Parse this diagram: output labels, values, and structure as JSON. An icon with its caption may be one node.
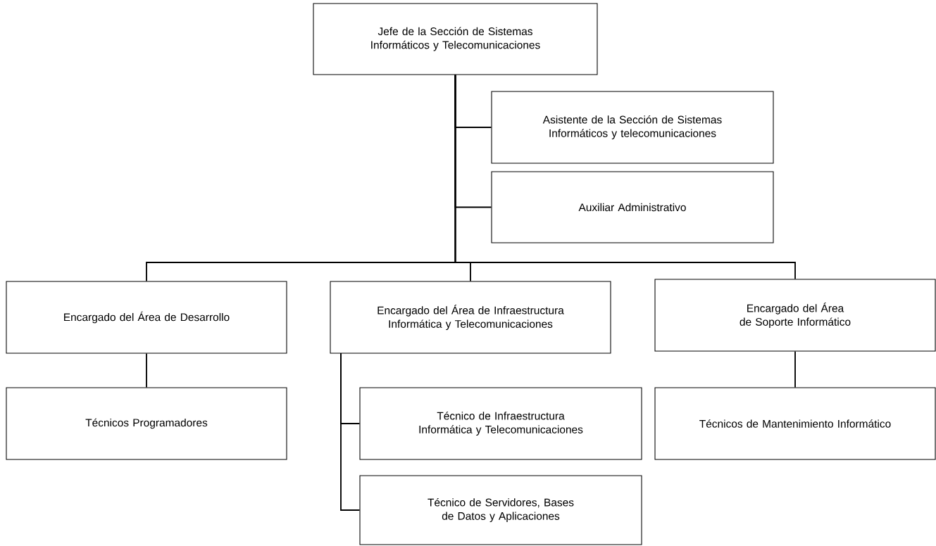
{
  "diagram": {
    "nodes": [
      {
        "text": [
          "Jefe de la Sección de Sistemas Informáticos y Telecomunicaciones"
        ]
      },
      {
        "text": [
          "Asistente de la Sección de Sistemas Informáticos y telecomunicaciones"
        ]
      },
      {
        "text": [
          "Auxiliar Administrativo"
        ]
      },
      {
        "text": [
          "Encargado del Área de Desarrollo"
        ]
      },
      {
        "text": [
          "Encargado del Área de Infraestructura Informática y Telecomunicaciones"
        ]
      },
      {
        "text": [
          "Encargado del Área de Soporte Informático"
        ]
      },
      {
        "text": [
          "Técnicos Programadores"
        ]
      },
      {
        "text": [
          "Técnico de Infraestructura Informática y Telecomunicaciones"
        ]
      },
      {
        "text": [
          "Técnico de Servidores, Bases de Datos y Aplicaciones"
        ]
      },
      {
        "text": [
          "Técnicos de Mantenimiento Informático"
        ]
      }
    ],
    "edges": [
      {
        "from": 0,
        "to": 1,
        "arrow": "none"
      },
      {
        "from": 0,
        "to": 2,
        "arrow": "none"
      },
      {
        "from": 0,
        "to": 3,
        "arrow": "none"
      },
      {
        "from": 0,
        "to": 4,
        "arrow": "none"
      },
      {
        "from": 0,
        "to": 5,
        "arrow": "none"
      },
      {
        "from": 3,
        "to": 6,
        "arrow": "none"
      },
      {
        "from": 4,
        "to": 7,
        "arrow": "none"
      },
      {
        "from": 4,
        "to": 8,
        "arrow": "none"
      },
      {
        "from": 5,
        "to": 9,
        "arrow": "none"
      }
    ]
  }
}
